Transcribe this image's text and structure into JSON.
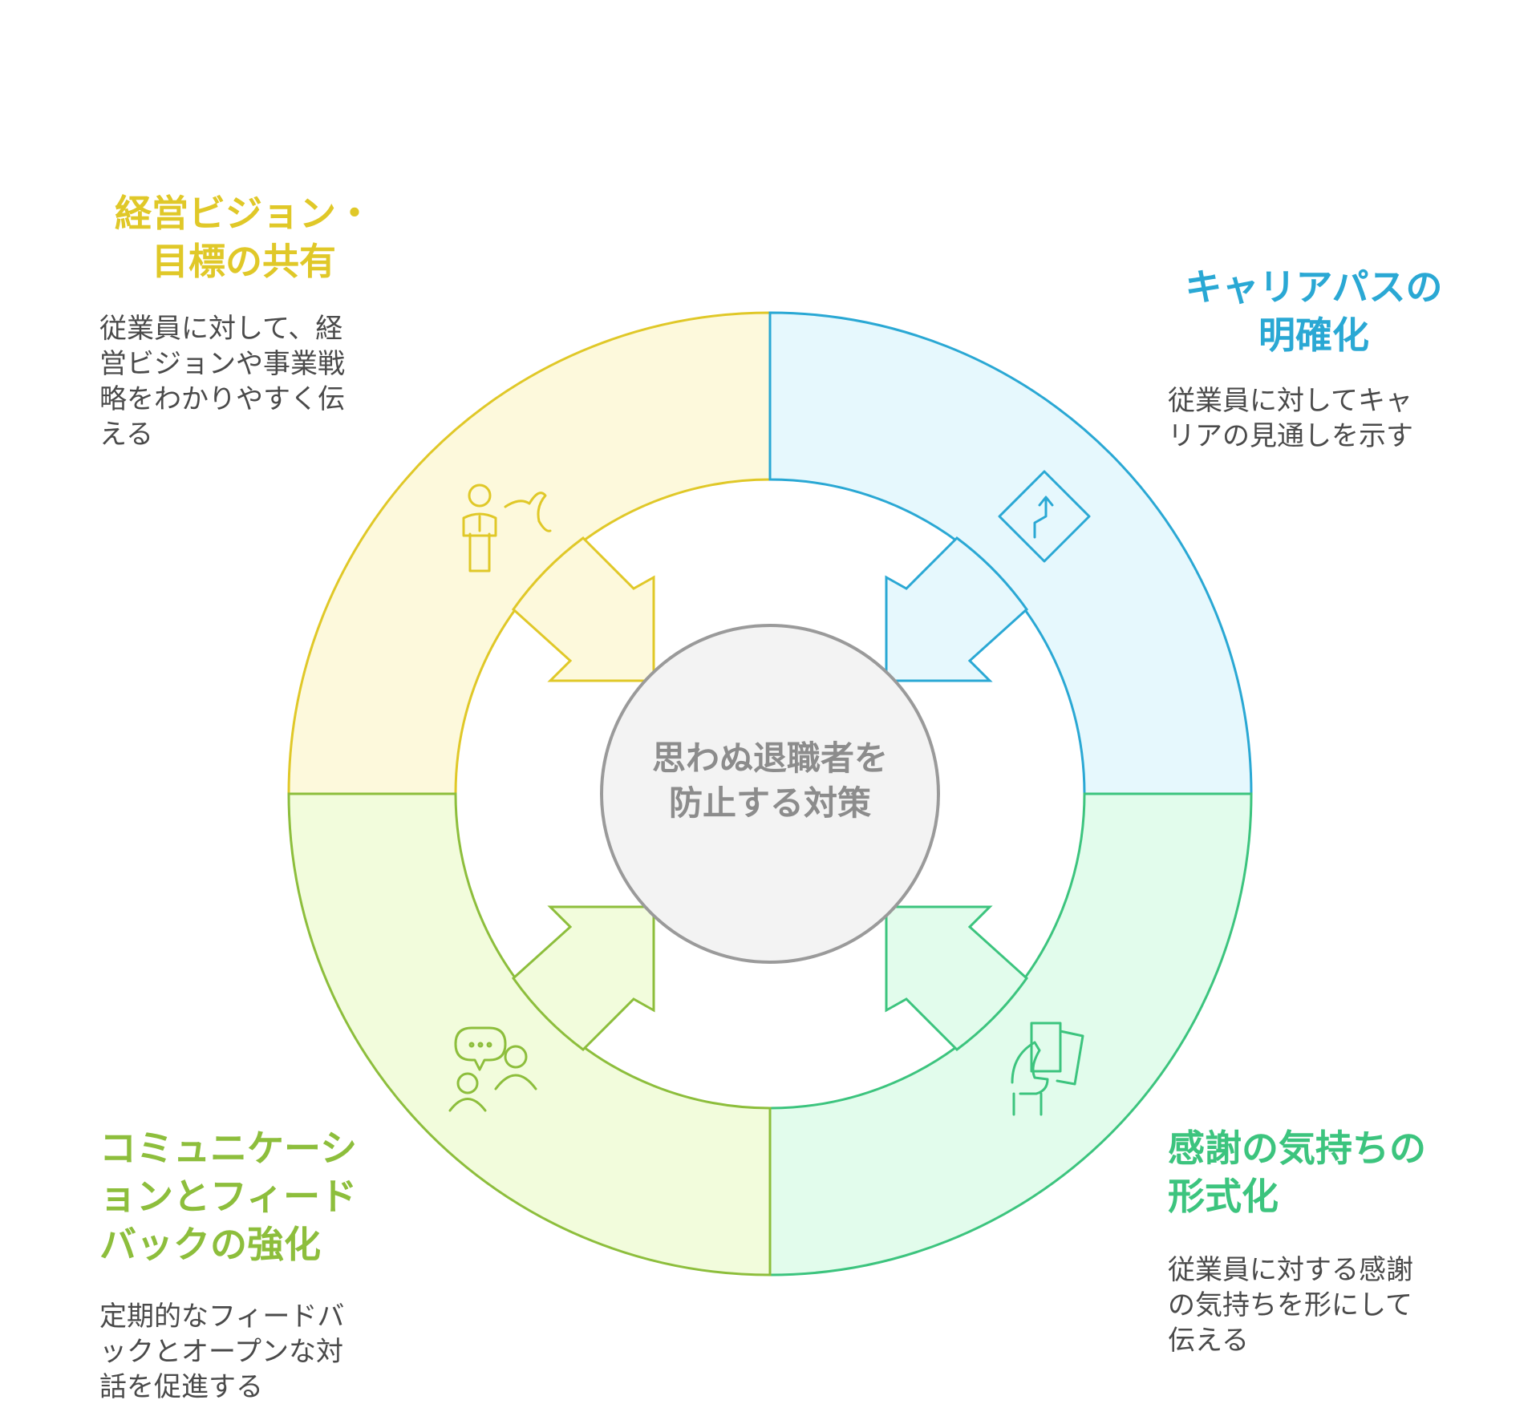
{
  "center": {
    "line1": "思わぬ退職者を",
    "line2": "防止する対策"
  },
  "sections": {
    "vision": {
      "title_line1": "経営ビジョン・",
      "title_line2": "目標の共有",
      "desc_lines": [
        "従業員に対して、経",
        "営ビジョンや事業戦",
        "略をわかりやすく伝",
        "える"
      ],
      "color": "#E0C828",
      "fill": "#FDF9DC",
      "icon": "speaking-person-icon"
    },
    "career": {
      "title_line1": "キャリアパスの",
      "title_line2": "明確化",
      "desc_lines": [
        "従業員に対してキャ",
        "リアの見通しを示す"
      ],
      "color": "#2AA8D4",
      "fill": "#E6F8FD",
      "icon": "winding-road-sign-icon"
    },
    "communication": {
      "title_line1": "コミュニケーシ",
      "title_line2": "ョンとフィード",
      "title_line3": "バックの強化",
      "desc_lines": [
        "定期的なフィードバ",
        "ックとオープンな対",
        "話を促進する"
      ],
      "color": "#8DBE3C",
      "fill": "#F2FCDC",
      "icon": "conversation-people-icon"
    },
    "gratitude": {
      "title_line1": "感謝の気持ちの",
      "title_line2": "形式化",
      "desc_lines": [
        "従業員に対する感謝",
        "の気持ちを形にして",
        "伝える"
      ],
      "color": "#3CC47E",
      "fill": "#E2FCEC",
      "icon": "hand-holding-cards-icon"
    }
  },
  "center_style": {
    "fill": "#F3F3F3",
    "stroke": "#9A9A9A"
  }
}
